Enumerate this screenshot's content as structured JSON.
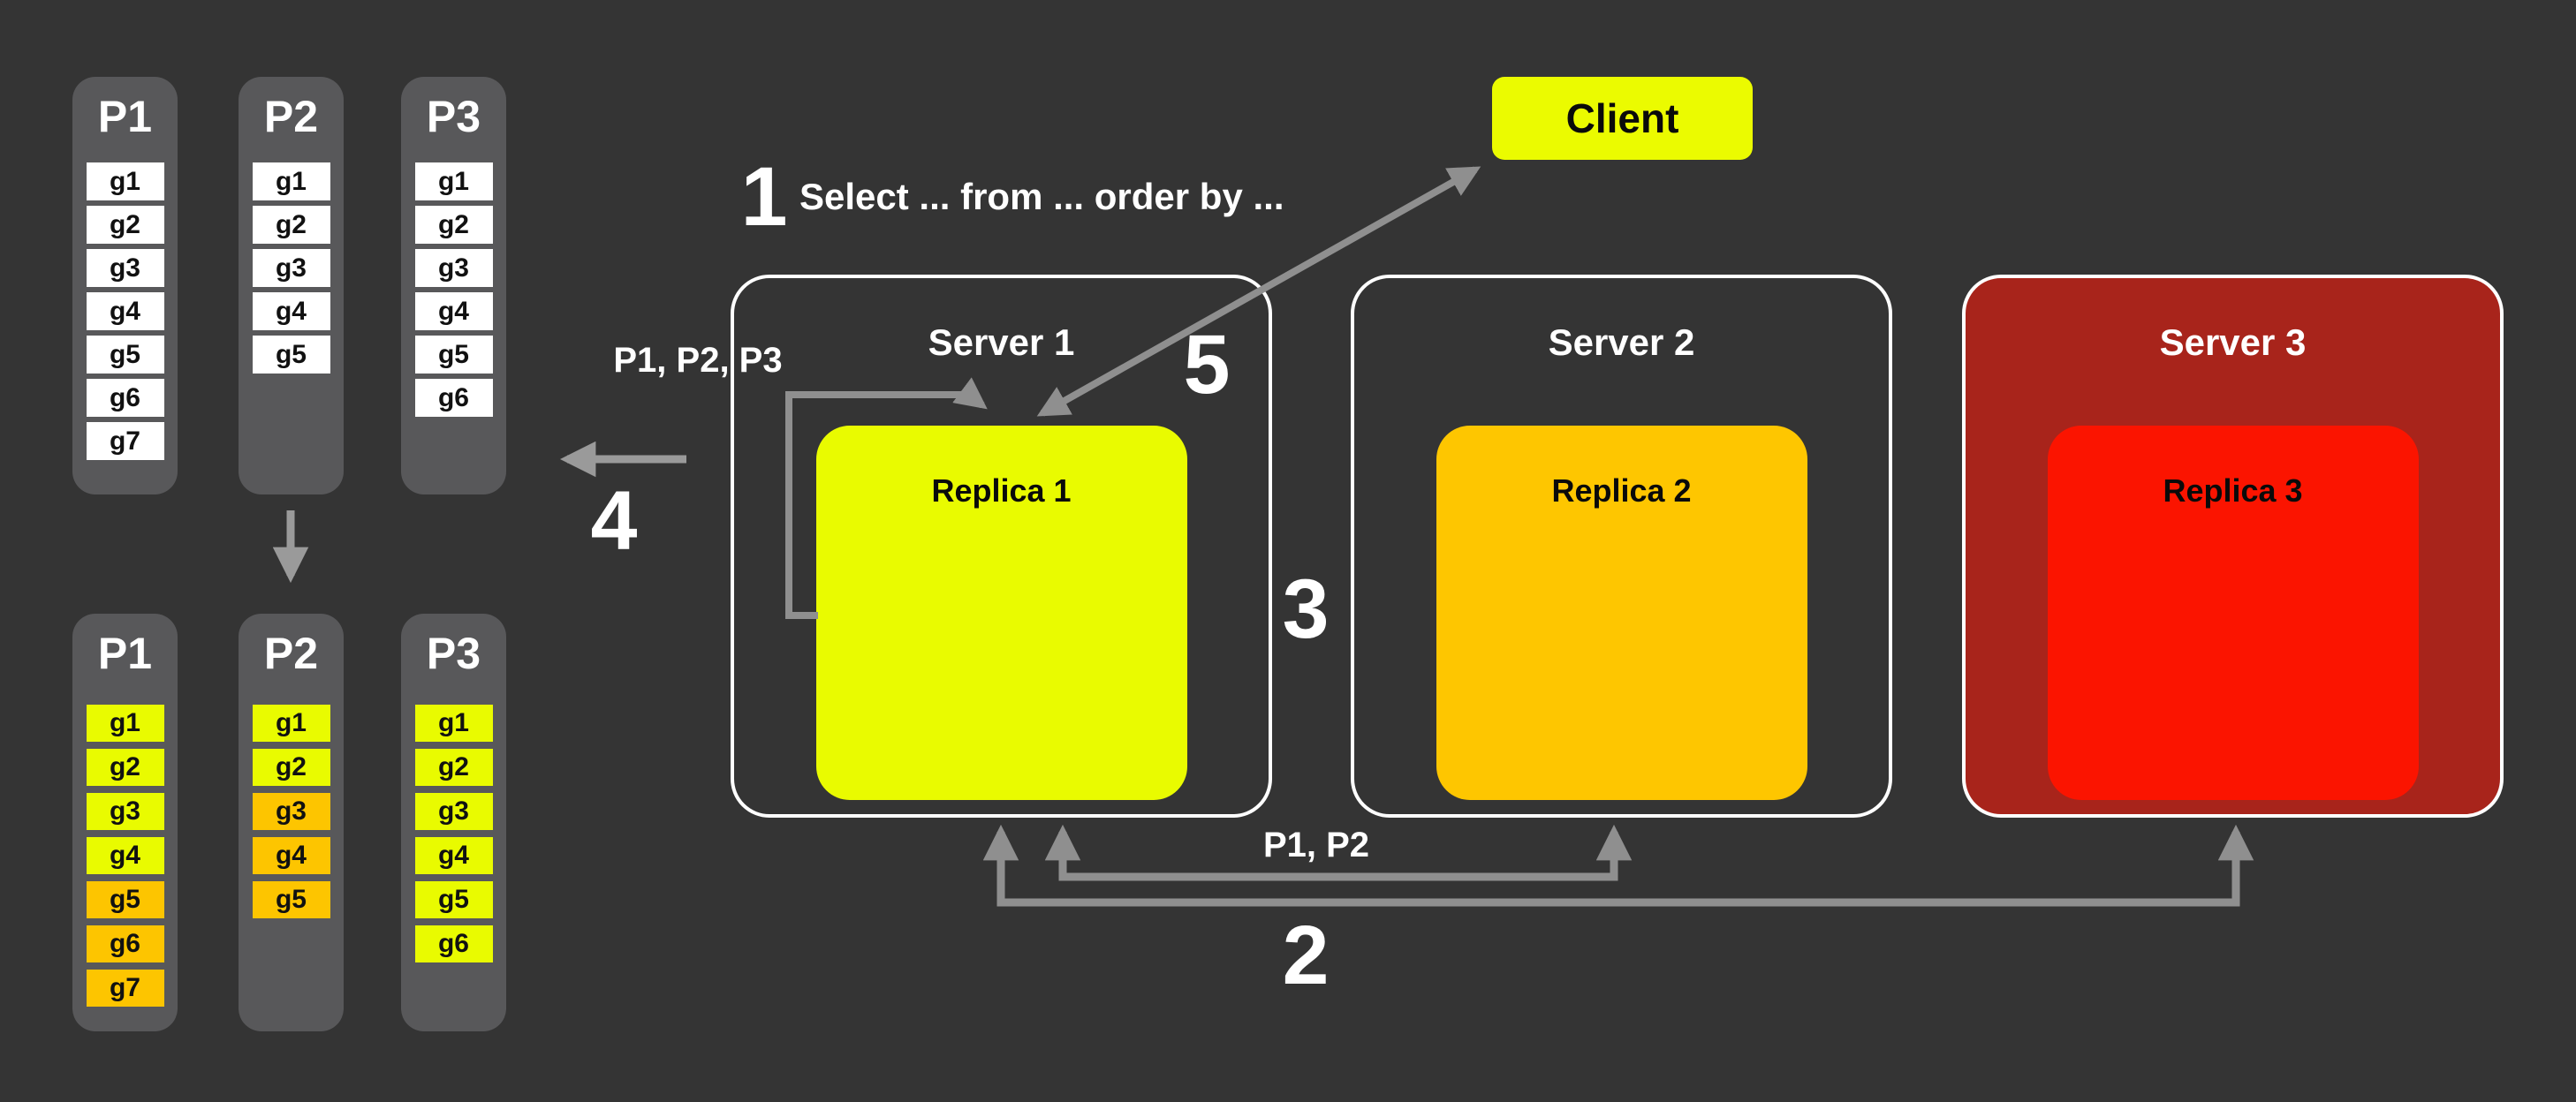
{
  "background": "#343434",
  "palette": {
    "panel_gray": "#58585a",
    "item_white": "#ffffff",
    "item_yellow": "#e9fb00",
    "item_orange": "#fdc500",
    "replica_red": "#fb1400",
    "server3_body": "#a8241b",
    "server_border": "#ffffff",
    "arrow_gray": "#8f8f8f",
    "arrow_light_gray": "#9a9a9a"
  },
  "client": {
    "label": "Client",
    "color": "#ebfb00"
  },
  "servers": [
    {
      "title": "Server 1",
      "replica_label": "Replica 1",
      "replica_color": "#e9fb00",
      "body_color": "transparent"
    },
    {
      "title": "Server 2",
      "replica_label": "Replica 2",
      "replica_color": "#fec600",
      "body_color": "transparent"
    },
    {
      "title": "Server 3",
      "replica_label": "Replica 3",
      "replica_color": "#fb1400",
      "body_color": "#a8241b"
    }
  ],
  "annotations": {
    "step1": {
      "number": "1",
      "text": "Select ... from ... order by ..."
    },
    "step2": {
      "number": "2"
    },
    "step3": {
      "number": "3"
    },
    "step4": {
      "number": "4"
    },
    "step5": {
      "number": "5"
    },
    "loop_label": "P1, P2, P3",
    "bracket_label": "P1, P2"
  },
  "partition_groups": {
    "unsorted": {
      "columns": [
        {
          "name": "P1",
          "items": [
            {
              "label": "g1",
              "color": "#ffffff"
            },
            {
              "label": "g2",
              "color": "#ffffff"
            },
            {
              "label": "g3",
              "color": "#ffffff"
            },
            {
              "label": "g4",
              "color": "#ffffff"
            },
            {
              "label": "g5",
              "color": "#ffffff"
            },
            {
              "label": "g6",
              "color": "#ffffff"
            },
            {
              "label": "g7",
              "color": "#ffffff"
            }
          ]
        },
        {
          "name": "P2",
          "items": [
            {
              "label": "g1",
              "color": "#ffffff"
            },
            {
              "label": "g2",
              "color": "#ffffff"
            },
            {
              "label": "g3",
              "color": "#ffffff"
            },
            {
              "label": "g4",
              "color": "#ffffff"
            },
            {
              "label": "g5",
              "color": "#ffffff"
            }
          ]
        },
        {
          "name": "P3",
          "items": [
            {
              "label": "g1",
              "color": "#ffffff"
            },
            {
              "label": "g2",
              "color": "#ffffff"
            },
            {
              "label": "g3",
              "color": "#ffffff"
            },
            {
              "label": "g4",
              "color": "#ffffff"
            },
            {
              "label": "g5",
              "color": "#ffffff"
            },
            {
              "label": "g6",
              "color": "#ffffff"
            }
          ]
        }
      ]
    },
    "sorted": {
      "columns": [
        {
          "name": "P1",
          "items": [
            {
              "label": "g1",
              "color": "#e9fb00"
            },
            {
              "label": "g2",
              "color": "#e9fb00"
            },
            {
              "label": "g3",
              "color": "#e9fb00"
            },
            {
              "label": "g4",
              "color": "#e9fb00"
            },
            {
              "label": "g5",
              "color": "#fdc500"
            },
            {
              "label": "g6",
              "color": "#fdc500"
            },
            {
              "label": "g7",
              "color": "#fdc500"
            }
          ]
        },
        {
          "name": "P2",
          "items": [
            {
              "label": "g1",
              "color": "#e9fb00"
            },
            {
              "label": "g2",
              "color": "#e9fb00"
            },
            {
              "label": "g3",
              "color": "#fdc500"
            },
            {
              "label": "g4",
              "color": "#fdc500"
            },
            {
              "label": "g5",
              "color": "#fdc500"
            }
          ]
        },
        {
          "name": "P3",
          "items": [
            {
              "label": "g1",
              "color": "#e9fb00"
            },
            {
              "label": "g2",
              "color": "#e9fb00"
            },
            {
              "label": "g3",
              "color": "#e9fb00"
            },
            {
              "label": "g4",
              "color": "#e9fb00"
            },
            {
              "label": "g5",
              "color": "#e9fb00"
            },
            {
              "label": "g6",
              "color": "#e9fb00"
            }
          ]
        }
      ]
    }
  }
}
